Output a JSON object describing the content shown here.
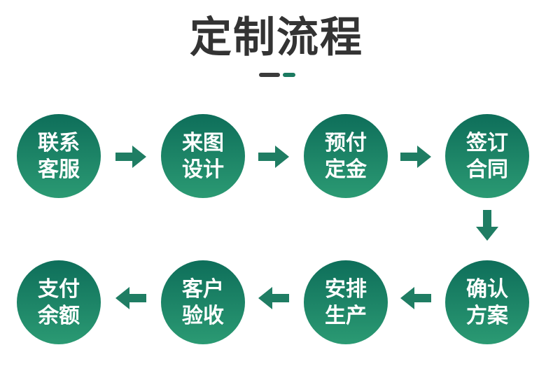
{
  "title": "定制流程",
  "colors": {
    "circle_top": "#0e6e5a",
    "circle_bottom": "#2b9a73",
    "arrow": "#1f7d63",
    "title_bar_dark": "#3b3b3b",
    "title_bar_green": "#1b7a60"
  },
  "steps": [
    {
      "label": "联系\n客服"
    },
    {
      "label": "来图\n设计"
    },
    {
      "label": "预付\n定金"
    },
    {
      "label": "签订\n合同"
    },
    {
      "label": "确认\n方案"
    },
    {
      "label": "安排\n生产"
    },
    {
      "label": "客户\n验收"
    },
    {
      "label": "支付\n余额"
    }
  ]
}
